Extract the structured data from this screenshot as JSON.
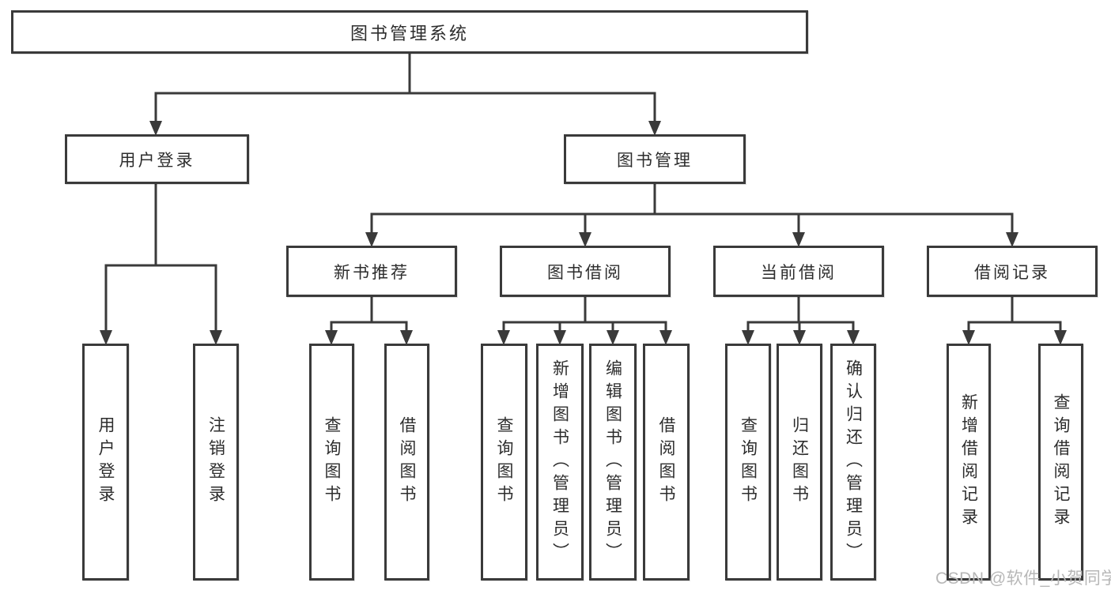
{
  "tree": {
    "label": "图书管理系统",
    "children": [
      {
        "label": "用户登录",
        "children": [
          {
            "label": "用户登录"
          },
          {
            "label": "注销登录"
          }
        ]
      },
      {
        "label": "图书管理",
        "children": [
          {
            "label": "新书推荐",
            "children": [
              {
                "label": "查询图书"
              },
              {
                "label": "借阅图书"
              }
            ]
          },
          {
            "label": "图书借阅",
            "children": [
              {
                "label": "查询图书"
              },
              {
                "label": "新增图书（管理员）"
              },
              {
                "label": "编辑图书（管理员）"
              },
              {
                "label": "借阅图书"
              }
            ]
          },
          {
            "label": "当前借阅",
            "children": [
              {
                "label": "查询图书"
              },
              {
                "label": "归还图书"
              },
              {
                "label": "确认归还（管理员）"
              }
            ]
          },
          {
            "label": "借阅记录",
            "children": [
              {
                "label": "新增借阅记录"
              },
              {
                "label": "查询借阅记录"
              }
            ]
          }
        ]
      }
    ]
  },
  "watermark": {
    "text": "CSDN @软件_小贺同学"
  },
  "colors": {
    "line": "#3a3a3a",
    "text": "#2d2d2d",
    "watermark": "#b7b7b7",
    "background": "#ffffff"
  }
}
